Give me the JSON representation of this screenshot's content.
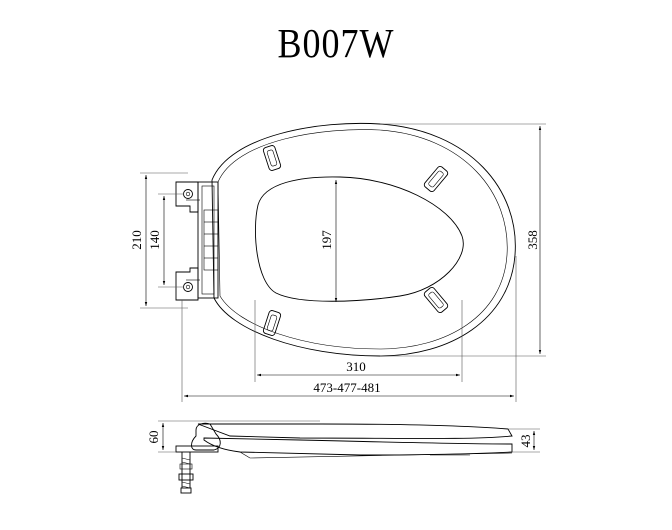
{
  "title": "B007W",
  "dimensions": {
    "hinge_span": "210",
    "hinge_inner": "140",
    "opening_length": "197",
    "overall_length": "358",
    "opening_width": "310",
    "seat_length": "473-477-481",
    "hinge_height": "60",
    "seat_height": "43"
  }
}
